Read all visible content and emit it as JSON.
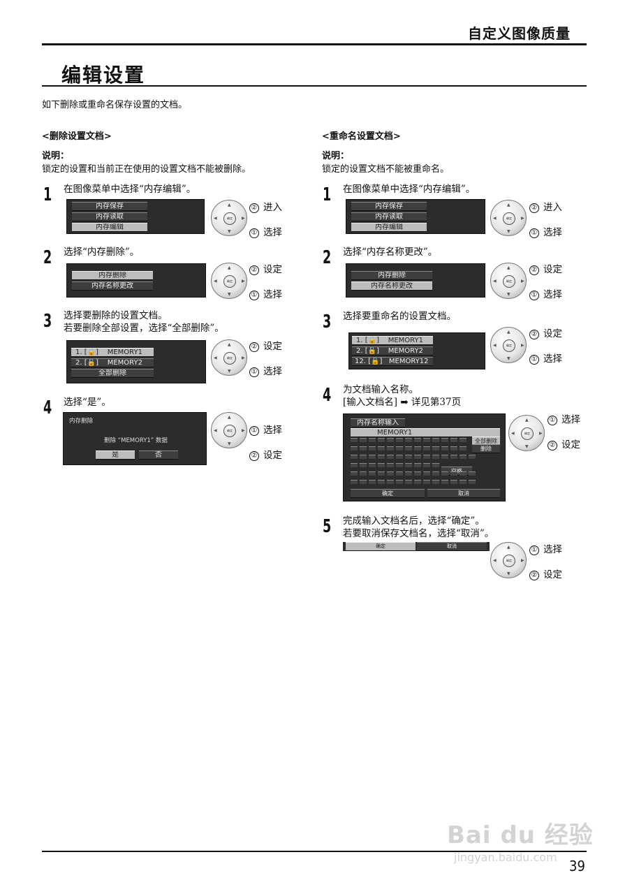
{
  "header": {
    "section_title": "自定义图像质量"
  },
  "page": {
    "title": "编辑设置",
    "intro": "如下删除或重命名保存设置的文档。",
    "number": "39"
  },
  "delete_section": {
    "title": "<删除设置文档>",
    "note_label": "说明：",
    "note_text": "锁定的设置和当前正在使用的设置文档不能被删除。",
    "steps": [
      {
        "num": "1",
        "text": "在图像菜单中选择“内存编辑”。",
        "menu": [
          "内存保存",
          "内存读取",
          "内存编辑"
        ],
        "callout1": "进入",
        "callout2": "选择"
      },
      {
        "num": "2",
        "text": "选择“内存删除”。",
        "menu": [
          "内存删除",
          "内存名称更改"
        ],
        "callout1": "设定",
        "callout2": "选择"
      },
      {
        "num": "3",
        "text": "选择要删除的设置文档。",
        "text2": "若要删除全部设置，选择“全部删除”。",
        "rows": [
          {
            "index": "1.",
            "name": "MEMORY1"
          },
          {
            "index": "2.",
            "name": "MEMORY2"
          }
        ],
        "delete_all": "全部删除",
        "callout1": "设定",
        "callout2": "选择"
      },
      {
        "num": "4",
        "text": "选择“是”。",
        "dialog_title": "内存删除",
        "dialog_msg": "删除 “MEMORY1” 数据",
        "yes": "是",
        "no": "否",
        "callout1": "选择",
        "callout2": "设定"
      }
    ]
  },
  "rename_section": {
    "title": "<重命名设置文档>",
    "note_label": "说明：",
    "note_text": "锁定的设置文档不能被重命名。",
    "steps": [
      {
        "num": "1",
        "text": "在图像菜单中选择“内存编辑”。",
        "menu": [
          "内存保存",
          "内存读取",
          "内存编辑"
        ],
        "callout1": "进入",
        "callout2": "选择"
      },
      {
        "num": "2",
        "text": "选择“内存名称更改”。",
        "menu": [
          "内存删除",
          "内存名称更改"
        ],
        "callout1": "设定",
        "callout2": "选择"
      },
      {
        "num": "3",
        "text": "选择要重命名的设置文档。",
        "rows": [
          {
            "index": "1.",
            "name": "MEMORY1"
          },
          {
            "index": "2.",
            "name": "MEMORY2"
          },
          {
            "index": "12.",
            "name": "MEMORY12"
          }
        ],
        "callout1": "设定",
        "callout2": "选择"
      },
      {
        "num": "4",
        "text": "为文档输入名称。",
        "text2": "[输入文档名] ➡ 详见第37页",
        "kb_title": "内存名称输入",
        "kb_value": "MEMORY1",
        "kb_delete_all": "全部删除",
        "kb_delete": "删除",
        "kb_space": "空格",
        "kb_ok": "确定",
        "kb_cancel": "取消",
        "callout1": "选择",
        "callout2": "设定"
      },
      {
        "num": "5",
        "text": "完成输入文档名后，选择“确定”。",
        "text2": "若要取消保存文档名，选择“取消”。",
        "ok": "确定",
        "cancel": "取消",
        "callout1": "选择",
        "callout2": "设定"
      }
    ]
  },
  "remote": {
    "center_label": "确定",
    "marker1": "①",
    "marker2": "②"
  },
  "watermark": {
    "brand": "Bai du 经验",
    "url": "jingyan.baidu.com"
  }
}
